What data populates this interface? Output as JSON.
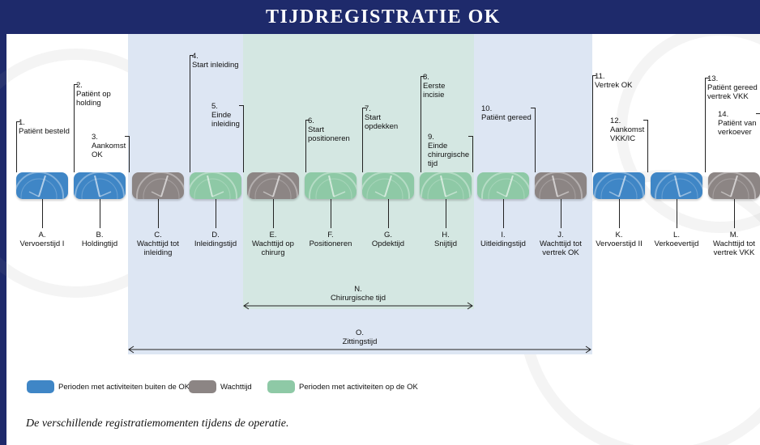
{
  "title": "TIJDREGISTRATIE OK",
  "caption": "De verschillende registratiemomenten tijdens de operatie.",
  "colors": {
    "header": "#1e2a6b",
    "blue": "#3f86c6",
    "gray": "#8c8584",
    "green": "#8ec9a6",
    "panel_blue": "#dde6f3",
    "panel_green": "#d4e7e2"
  },
  "events": [
    {
      "label": "1.\nPatiënt besteld"
    },
    {
      "label": "2.\nPatiënt op\nholding"
    },
    {
      "label": "3.\nAankomst\nOK"
    },
    {
      "label": "4.\nStart inleiding"
    },
    {
      "label": "5.\nEinde\ninleiding"
    },
    {
      "label": "6.\nStart\npositioneren"
    },
    {
      "label": "7.\nStart\nopdekken"
    },
    {
      "label": "8.\nEerste\nincisie"
    },
    {
      "label": "9.\nEinde\nchirurgische\ntijd"
    },
    {
      "label": "10.\nPatiënt gereed"
    },
    {
      "label": "11.\nVertrek OK"
    },
    {
      "label": "12.\nAankomst\nVKK/IC"
    },
    {
      "label": "13.\nPatiënt gereed\nvertrek VKK"
    },
    {
      "label": "14.\nPatiënt van\nverkoever"
    }
  ],
  "periods": [
    {
      "label": "A.\nVervoerstijd I",
      "type": "blue"
    },
    {
      "label": "B.\nHoldingtijd",
      "type": "blue"
    },
    {
      "label": "C.\nWachttijd tot\ninleiding",
      "type": "gray"
    },
    {
      "label": "D.\nInleidingstijd",
      "type": "green"
    },
    {
      "label": "E.\nWachttijd op\nchirurg",
      "type": "gray"
    },
    {
      "label": "F.\nPositioneren",
      "type": "green"
    },
    {
      "label": "G.\nOpdektijd",
      "type": "green"
    },
    {
      "label": "H.\nSnijtijd",
      "type": "green"
    },
    {
      "label": "I.\nUitleidingstijd",
      "type": "green"
    },
    {
      "label": "J.\nWachttijd tot\nvertrek OK",
      "type": "gray"
    },
    {
      "label": "K.\nVervoerstijd II",
      "type": "blue"
    },
    {
      "label": "L.\nVerkoevertijd",
      "type": "blue"
    },
    {
      "label": "M.\nWachttijd tot\nvertrek VKK",
      "type": "gray"
    }
  ],
  "spans": [
    {
      "label": "N.\nChirurgische tijd"
    },
    {
      "label": "O.\nZittingstijd"
    }
  ],
  "legend": [
    {
      "label": "Perioden met activiteiten buiten de OK",
      "type": "blue"
    },
    {
      "label": "Wachttijd",
      "type": "gray"
    },
    {
      "label": "Perioden met activiteiten op de OK",
      "type": "green"
    }
  ]
}
